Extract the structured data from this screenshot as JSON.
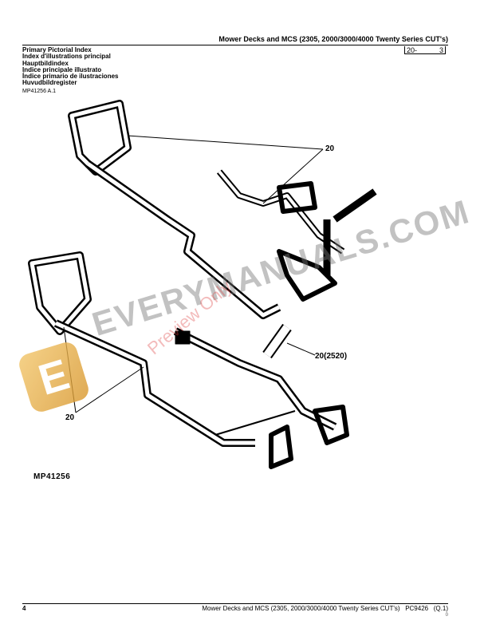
{
  "header": {
    "title": "Mower Decks and MCS (2305, 2000/3000/4000 Twenty Series CUT's)",
    "section": "20-",
    "page_in_section": "3"
  },
  "index_titles": [
    "Primary Pictorial Index",
    "Index d'illustrations principal",
    "Hauptbildindex",
    "Indice principale illustrato",
    "Índice primario de ilustraciones",
    "Huvudbildregister"
  ],
  "reference": "MP41256 A.1",
  "figure": {
    "callouts": [
      "20",
      "20(2520)",
      "20"
    ],
    "label": "MP41256"
  },
  "watermark": {
    "text": "EVERYMANUALS.COM",
    "preview": "Preview Only",
    "logo_letter": "E"
  },
  "footer": {
    "page_number": "4",
    "text": "Mower Decks and MCS (2305, 2000/3000/4000 Twenty Series CUT's)   PC9426   (Q.1)",
    "small": "0"
  }
}
